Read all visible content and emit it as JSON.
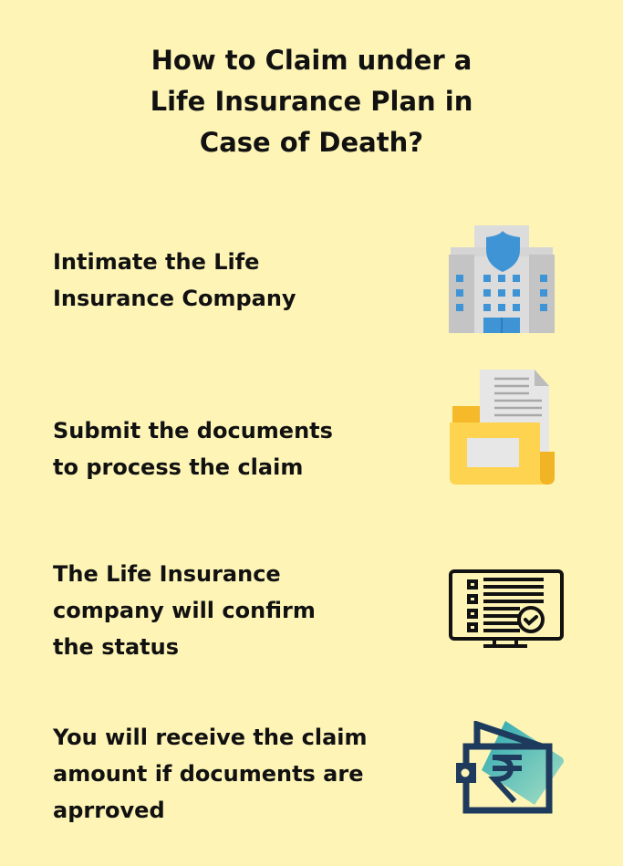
{
  "title": {
    "lines": [
      "How to Claim under a",
      "Life Insurance Plan in",
      "Case of Death?"
    ]
  },
  "steps": [
    {
      "lines": [
        "Intimate the Life",
        "Insurance Company"
      ],
      "icon": "insurance-building-icon"
    },
    {
      "lines": [
        "Submit the documents",
        "to process the claim"
      ],
      "icon": "document-folder-icon"
    },
    {
      "lines": [
        "The Life Insurance",
        "company will confirm",
        "the status"
      ],
      "icon": "monitor-checklist-icon"
    },
    {
      "lines": [
        "You will receive the claim",
        "amount if documents are",
        "aprroved"
      ],
      "icon": "rupee-wallet-icon"
    }
  ],
  "colors": {
    "background": "#fdf4b6",
    "text": "#111111",
    "building": "#c9c9c9",
    "blue": "#3f94d6",
    "folder": "#fdd34f",
    "navy": "#1e3a5c",
    "teal": "#3fb3b3"
  }
}
